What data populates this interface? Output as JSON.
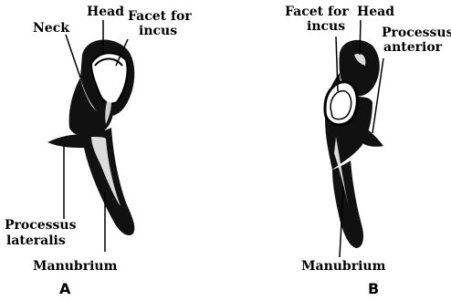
{
  "figure": {
    "panels": [
      {
        "letter": "A",
        "labels": {
          "head": "Head",
          "facet_line1": "Facet for",
          "facet_line2": "incus",
          "neck": "Neck",
          "processus_lateralis_line1": "Processus",
          "processus_lateralis_line2": "lateralis",
          "manubrium": "Manubrium"
        }
      },
      {
        "letter": "B",
        "labels": {
          "facet_line1": "Facet for",
          "facet_line2": "incus",
          "head": "Head",
          "processus_anterior_line1": "Processus",
          "processus_anterior_line2": "anterior",
          "manubrium": "Manubrium"
        }
      }
    ]
  }
}
